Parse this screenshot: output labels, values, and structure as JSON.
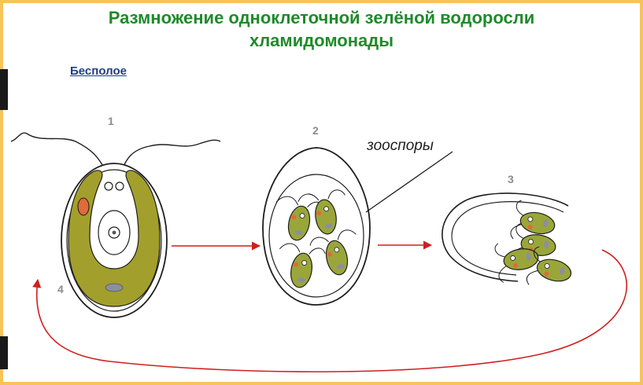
{
  "title": "Размножение одноклеточной зелёной водоросли\nхламидомонады",
  "subtitle": "Бесполое",
  "stage_labels": [
    "1",
    "2",
    "3",
    "4"
  ],
  "zoospore_label": "зооспоры",
  "colors": {
    "frame": "#f6c45a",
    "title": "#1f8a2a",
    "subtitle": "#1f3f86",
    "chloroplast": "#a39f2c",
    "zoospore": "#9aa63a",
    "eyespot": "#e06a3a",
    "arrow": "#d01f1f"
  }
}
